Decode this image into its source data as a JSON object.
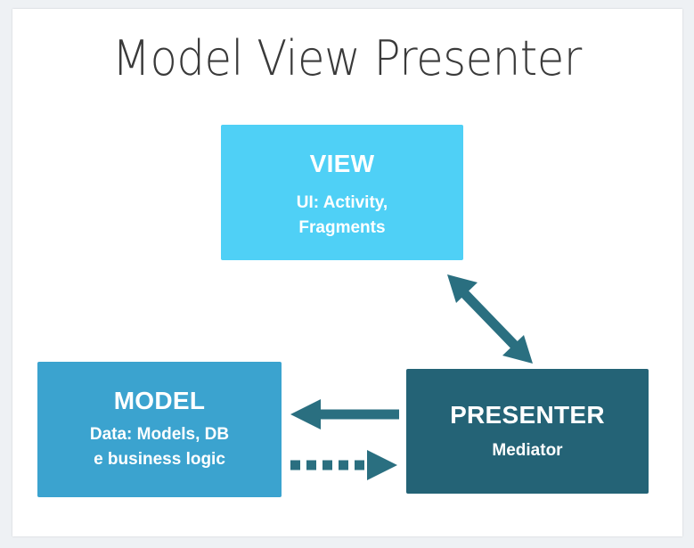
{
  "title": "Model View Presenter",
  "colors": {
    "view": "#4fd0f6",
    "model": "#3ba3cf",
    "presenter": "#246376",
    "arrow": "#2a6f80"
  },
  "view": {
    "heading": "VIEW",
    "description": "UI: Activity,\nFragments"
  },
  "model": {
    "heading": "MODEL",
    "description": "Data: Models, DB\ne business logic"
  },
  "presenter": {
    "heading": "PRESENTER",
    "description": "Mediator"
  },
  "connections": [
    {
      "from": "view",
      "to": "presenter",
      "style": "solid",
      "direction": "bidirectional"
    },
    {
      "from": "presenter",
      "to": "model",
      "style": "solid",
      "direction": "one-way"
    },
    {
      "from": "model",
      "to": "presenter",
      "style": "dotted",
      "direction": "one-way"
    }
  ]
}
